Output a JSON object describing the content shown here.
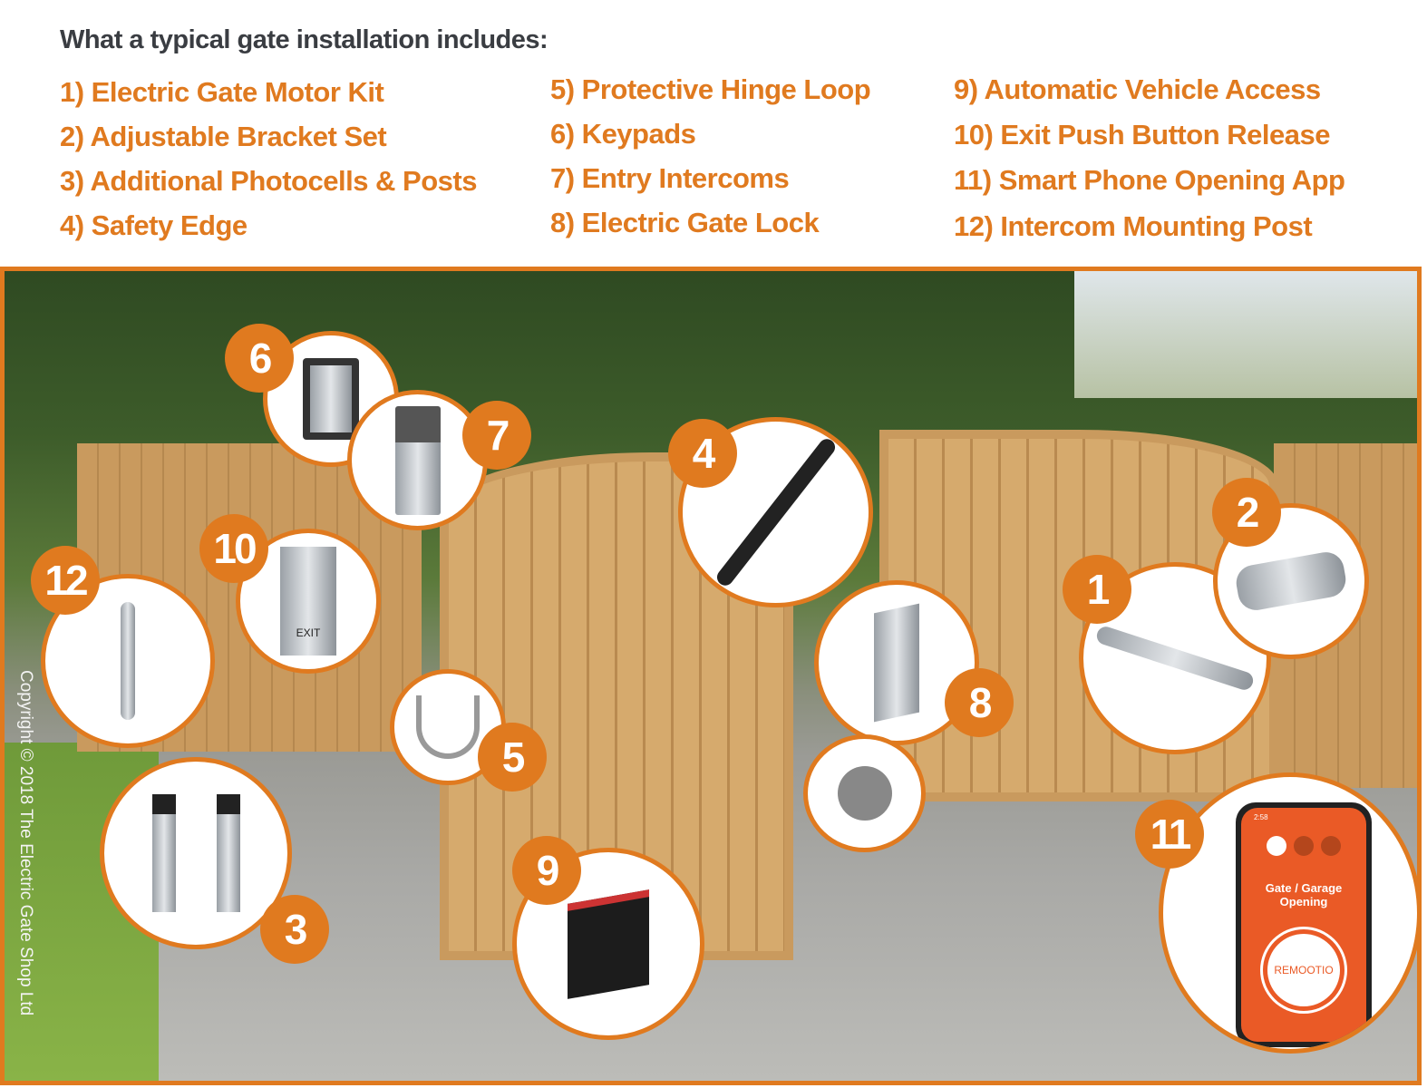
{
  "title": "What a typical gate installation includes:",
  "items": [
    "1) Electric Gate Motor Kit",
    "2) Adjustable Bracket Set",
    "3) Additional Photocells & Posts",
    "4) Safety Edge",
    "5) Protective Hinge Loop",
    "6) Keypads",
    "7) Entry Intercoms",
    "8) Electric Gate Lock",
    "9) Automatic Vehicle Access",
    "10) Exit Push Button Release",
    "11) Smart Phone Opening App",
    "12) Intercom Mounting Post"
  ],
  "badges": {
    "b1": "1",
    "b2": "2",
    "b3": "3",
    "b4": "4",
    "b5": "5",
    "b6": "6",
    "b7": "7",
    "b8": "8",
    "b9": "9",
    "b10": "10",
    "b11": "11",
    "b12": "12"
  },
  "exit_button": {
    "label": "EXIT"
  },
  "phone": {
    "time": "2:58",
    "screen_title": "Gate / Garage Opening",
    "brand": "REMOOTIO"
  },
  "copyright": "Copyright © 2018 The Electric Gate Shop Ltd",
  "colors": {
    "accent": "#e07a1f",
    "title": "#3a3d42",
    "app": "#ea5a26"
  }
}
